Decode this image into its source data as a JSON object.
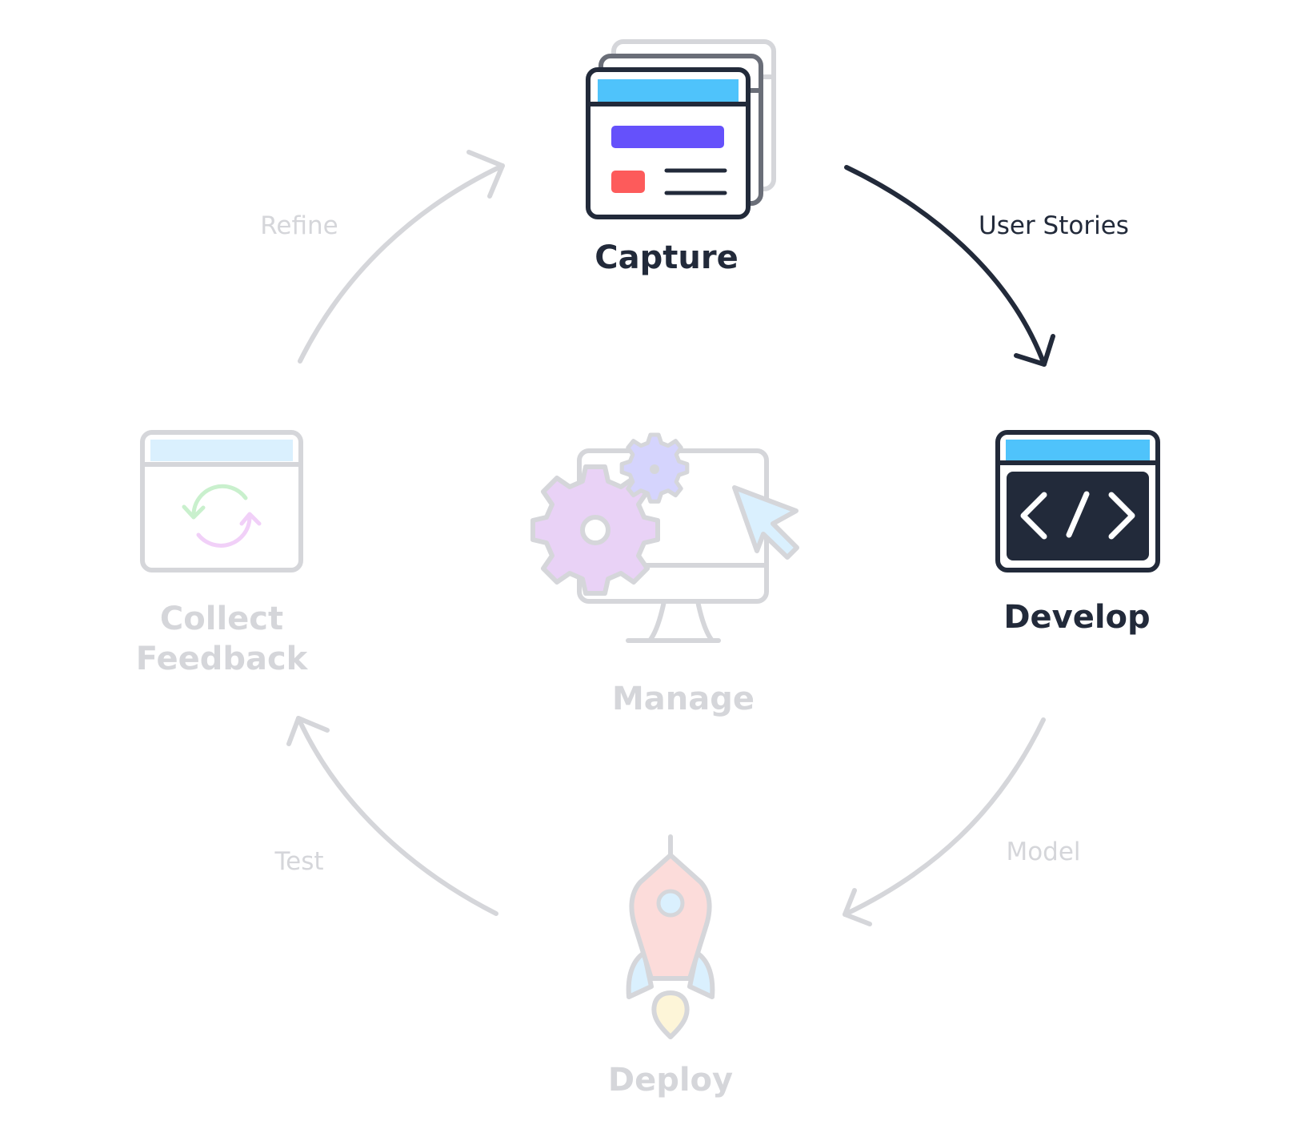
{
  "stages": {
    "capture": {
      "label": "Capture",
      "active": true
    },
    "develop": {
      "label": "Develop",
      "active": true
    },
    "manage": {
      "label": "Manage",
      "active": false
    },
    "deploy": {
      "label": "Deploy",
      "active": false
    },
    "collect_feedback": {
      "label_line1": "Collect",
      "label_line2": "Feedback",
      "active": false
    }
  },
  "edges": {
    "user_stories": {
      "label": "User Stories",
      "active": true
    },
    "model": {
      "label": "Model",
      "active": false
    },
    "test": {
      "label": "Test",
      "active": false
    },
    "refine": {
      "label": "Refine",
      "active": false
    }
  },
  "colors": {
    "active": "#222a3a",
    "dim": "#d5d6da",
    "blue": "#4fc3fb",
    "purple": "#6551fb",
    "red": "#fd5b5b",
    "light_blue": "#daf0fe",
    "light_green": "#c9f0cd",
    "light_pink": "#f1d0f8",
    "light_purple": "#e9d2f6",
    "light_violet": "#d5d4fd",
    "light_rose": "#fcdcda",
    "light_yellow": "#fdf5d8"
  },
  "icons": {
    "capture": "stacked-windows-icon",
    "develop": "code-window-icon",
    "manage": "monitor-gears-icon",
    "deploy": "rocket-icon",
    "collect_feedback": "refresh-window-icon"
  }
}
